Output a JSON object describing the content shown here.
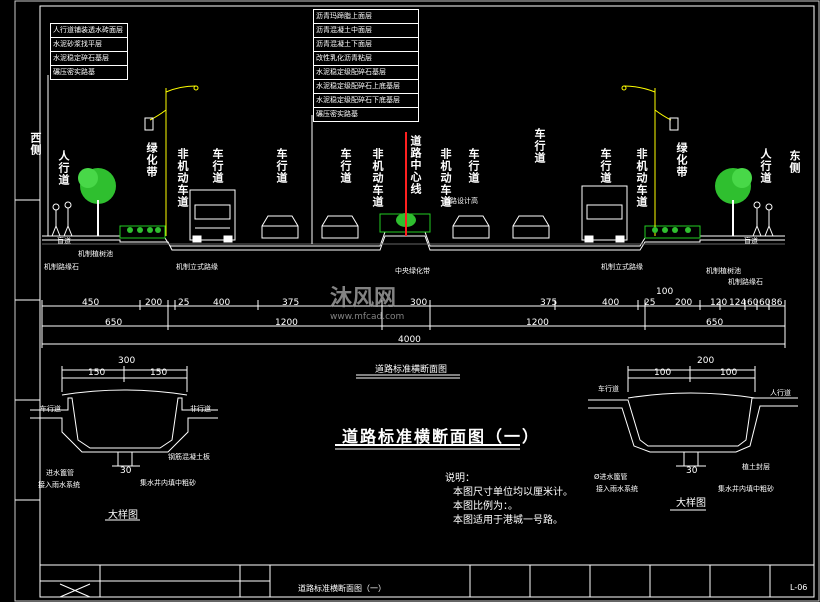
{
  "left_spec_box": [
    "人行道铺装透水砖面层",
    "水泥砂浆找平层",
    "水泥稳定碎石基层",
    "碾压密实路基"
  ],
  "center_spec_box": [
    "沥青玛蹄脂上面层",
    "沥青混凝土中面层",
    "沥青混凝土下面层",
    "改性乳化沥青粘层",
    "水泥稳定级配碎石基层",
    "水泥稳定级配碎石上底基层",
    "水泥稳定级配碎石下底基层",
    "碾压密实路基"
  ],
  "vertical_labels": {
    "west_side": "西侧",
    "east_side": "东侧",
    "sidewalk_left": "人行道",
    "sidewalk_right": "人行道",
    "greenbelt_left": "绿化带",
    "greenbelt_right": "绿化带",
    "bike_left": "非机动车道",
    "bike_right": "非机动车道",
    "vehicle_1": "车行道",
    "vehicle_2": "车行道",
    "vehicle_3": "车行道",
    "vehicle_4": "车行道",
    "vehicle_5": "车行道",
    "vehicle_6": "车行道",
    "centerline": "道路中心线"
  },
  "callouts": {
    "curb_left": "机制路缘石",
    "planter_left": "机制植树池",
    "flat_curb_left": "机制立式路缘",
    "median": "中央绿化带",
    "median_top": "道路设计高",
    "flat_curb_right": "机制立式路缘",
    "planter_right": "机制植树池",
    "curb_right": "机制路缘石",
    "edge_left": "盲道",
    "edge_right": "盲道"
  },
  "dims_row1": [
    "450",
    "200",
    "25",
    "400",
    "375",
    "300",
    "375",
    "400",
    "25",
    "200",
    "120",
    "124",
    "60",
    "60",
    "86"
  ],
  "dims_row1_extra": "100",
  "dims_row2": [
    "650",
    "1200",
    "1200",
    "650"
  ],
  "dims_total": "4000",
  "section_title": "道路标准横断面图",
  "main_title": "道路标准横断面图（一）",
  "detail_left": {
    "width": "300",
    "half_left": "150",
    "half_right": "150",
    "label_road": "车行道",
    "label_side": "非行道",
    "note1": "进水篦管",
    "note2": "接入雨水系统",
    "note3": "钢筋混凝土板",
    "note4": "集水井内填中粗砂",
    "base": "30",
    "caption": "大样图"
  },
  "detail_right": {
    "width": "200",
    "half_left": "100",
    "half_right": "100",
    "label_road": "车行道",
    "label_side": "人行道",
    "note1": "Ø进水篦管",
    "note2": "接入雨水系统",
    "note3": "植土封层",
    "note4": "集水井内填中粗砂",
    "base": "30",
    "caption": "大样图"
  },
  "notes": {
    "heading": "说明：",
    "line1": "本图尺寸单位均以厘米计。",
    "line2": "本图比例为：。",
    "line3": "本图适用于港城一号路。"
  },
  "watermark": {
    "text": "沐风网",
    "url": "www.mfcad.com"
  },
  "title_block": {
    "drawing_name": "道路标准横断面图（一）",
    "sheet": "L-06"
  },
  "colors": {
    "tree": "#22cc22",
    "centerline": "#ff2020",
    "lamp": "#ffff00",
    "watermark": "#888888"
  }
}
